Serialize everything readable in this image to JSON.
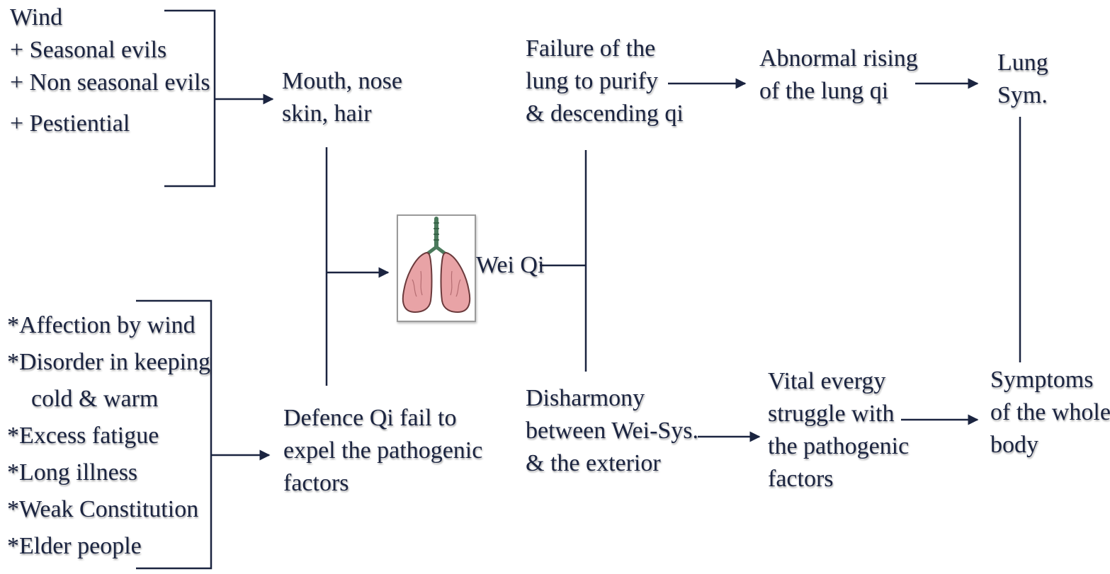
{
  "causes": {
    "lines": [
      "Wind",
      "+ Seasonal evils",
      "+ Non seasonal evils",
      "+ Pestiential"
    ]
  },
  "entry": {
    "lines": [
      "Mouth, nose",
      "skin, hair"
    ]
  },
  "factors": {
    "lines": [
      "*Affection by wind",
      "*Disorder in keeping",
      "cold & warm",
      "*Excess fatigue",
      "*Long illness",
      "*Weak Constitution",
      "*Elder people"
    ]
  },
  "defence": {
    "lines": [
      "Defence Qi fail to",
      "expel the pathogenic",
      "factors"
    ]
  },
  "wei_qi": {
    "label": "Wei Qi"
  },
  "failure": {
    "lines": [
      "Failure of the",
      "lung to purify",
      "& descending qi"
    ]
  },
  "rising": {
    "lines": [
      "Abnormal rising",
      "of the lung qi"
    ]
  },
  "lung_sym": {
    "lines": [
      "Lung",
      "Sym."
    ]
  },
  "disharmony": {
    "lines": [
      "Disharmony",
      "between Wei-Sys.",
      "& the exterior"
    ]
  },
  "struggle": {
    "lines": [
      "Vital evergy",
      "struggle with",
      "the pathogenic",
      "factors"
    ]
  },
  "whole_body": {
    "lines": [
      "Symptoms",
      "of the whole",
      "body"
    ]
  },
  "colors": {
    "text": "#1b2440",
    "line": "#1b2440",
    "lung_fill": "#e8a3a6",
    "lung_stroke": "#6b3a3c",
    "trachea": "#4b7a5c",
    "frame_border": "#9a9a9a"
  },
  "icons": {
    "lung_figure": "lungs-icon"
  }
}
